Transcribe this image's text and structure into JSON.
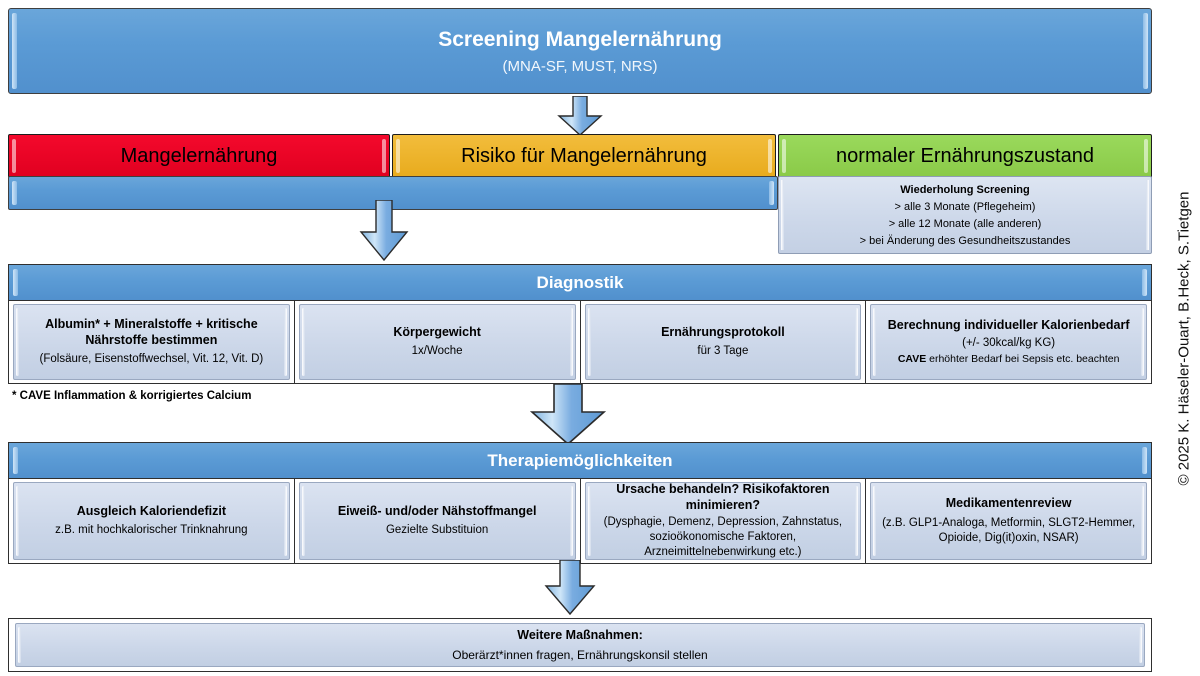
{
  "screening": {
    "title": "Screening Mangelernährung",
    "subtitle": "(MNA-SF, MUST, NRS)"
  },
  "status": {
    "malnutrition": "Mangelernährung",
    "risk": "Risiko für Mangelernährung",
    "normal": "normaler Ernährungszustand",
    "colors": {
      "malnutrition": "#EC0022",
      "risk": "#EFB22B",
      "normal": "#92D050",
      "band": "#5B9BD5"
    }
  },
  "repeat_screening": {
    "title": "Wiederholung Screening",
    "lines": [
      "> alle 3 Monate (Pflegeheim)",
      "> alle 12 Monate (alle anderen)",
      "> bei Änderung des Gesundheitszustandes"
    ]
  },
  "diagnostik": {
    "title": "Diagnostik",
    "cells": [
      {
        "title": "Albumin* + Mineralstoffe + kritische Nährstoffe bestimmen",
        "sub": "(Folsäure, Eisenstoffwechsel, Vit. 12, Vit. D)",
        "note": "",
        "note_lead": ""
      },
      {
        "title": "Körpergewicht",
        "sub": "1x/Woche",
        "note": "",
        "note_lead": ""
      },
      {
        "title": "Ernährungsprotokoll",
        "sub": "für 3 Tage",
        "note": "",
        "note_lead": ""
      },
      {
        "title": "Berechnung individueller Kalorienbedarf",
        "sub": "(+/- 30kcal/kg KG)",
        "note": " erhöhter Bedarf bei Sepsis etc. beachten",
        "note_lead": "CAVE"
      }
    ],
    "footnote": "* CAVE Inflammation & korrigiertes Calcium"
  },
  "therapie": {
    "title": "Therapiemöglichkeiten",
    "cells": [
      {
        "title": "Ausgleich Kaloriendefizit",
        "sub": "z.B. mit hochkalorischer Trinknahrung"
      },
      {
        "title": "Eiweiß- und/oder Nähstoffmangel",
        "sub": "Gezielte Substituion"
      },
      {
        "title": "Ursache behandeln? Risikofaktoren minimieren?",
        "sub": "(Dysphagie, Demenz, Depression, Zahnstatus, sozioökonomische Faktoren, Arzneimittelnebenwirkung etc.)"
      },
      {
        "title": "Medikamentenreview",
        "sub": "(z.B. GLP1-Analoga, Metformin, SLGT2-Hemmer, Opioide, Dig(it)oxin, NSAR)"
      }
    ]
  },
  "final": {
    "title": "Weitere Maßnahmen:",
    "sub": "Oberärzt*innen fragen, Ernährungskonsil stellen"
  },
  "copyright": "© 2025    K. Häseler-Ouart, B.Heck, S.Tietgen",
  "icons": {
    "arrow": "down-arrow-icon"
  }
}
